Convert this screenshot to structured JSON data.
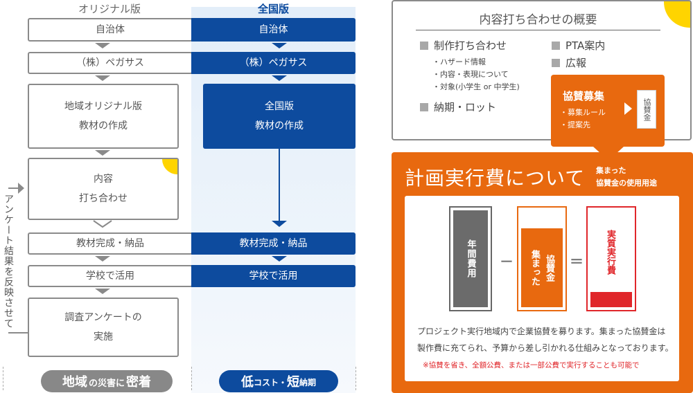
{
  "colors": {
    "blue": "#0d4b9e",
    "orange": "#e8690f",
    "gray": "#8a8a8a",
    "yellow": "#ffd400",
    "red": "#e0262a"
  },
  "left": {
    "header_original": "オリジナル版",
    "header_national": "全国版",
    "rows": {
      "jichitai": "自治体",
      "pegasus": "（株）ペガサス",
      "materials_done": "教材完成・納品",
      "school_use": "学校で活用"
    },
    "original_create": [
      "地域オリジナル版",
      "教材の作成"
    ],
    "meeting": [
      "内容",
      "打ち合わせ"
    ],
    "survey": [
      "調査アンケートの",
      "実施"
    ],
    "national_create": [
      "全国版",
      "教材の作成"
    ],
    "feedback_label": "アンケート結果を反映させて",
    "pill_left": {
      "big1": "地域",
      "small": "の災害に",
      "big2": "密着"
    },
    "pill_right": {
      "big1": "低",
      "small1": "コスト・",
      "big2": "短",
      "small2": "納期"
    }
  },
  "overview": {
    "title": "内容打ち合わせの概要",
    "col1": {
      "item1": "制作打ち合わせ",
      "subs": [
        "・ハザード情報",
        "・内容・表現について",
        "・対象(小学生 or 中学生)"
      ],
      "item2": "納期・ロット"
    },
    "col2": {
      "item1": "PTA案内",
      "item2": "広報"
    },
    "sponsor": {
      "title": "協賛募集",
      "subs": [
        "・募集ルール",
        "・提案先"
      ],
      "result": "協賛金"
    }
  },
  "plan": {
    "title": "計画実行費について",
    "subtitle": [
      "集まった",
      "協賛金の使用用途"
    ],
    "annual": "年間費用",
    "minus": "－",
    "collected": [
      "集まった",
      "協賛金"
    ],
    "equals": "＝",
    "actual": "実質実行費",
    "desc": [
      "プロジェクト実行地域内で企業協賛を募ります。集まった協賛金は",
      "製作費に充てられ、予算から差し引かれる仕組みとなっております。"
    ],
    "note": "※協賛を省き、全額公費、または一部公費で実行することも可能で"
  }
}
